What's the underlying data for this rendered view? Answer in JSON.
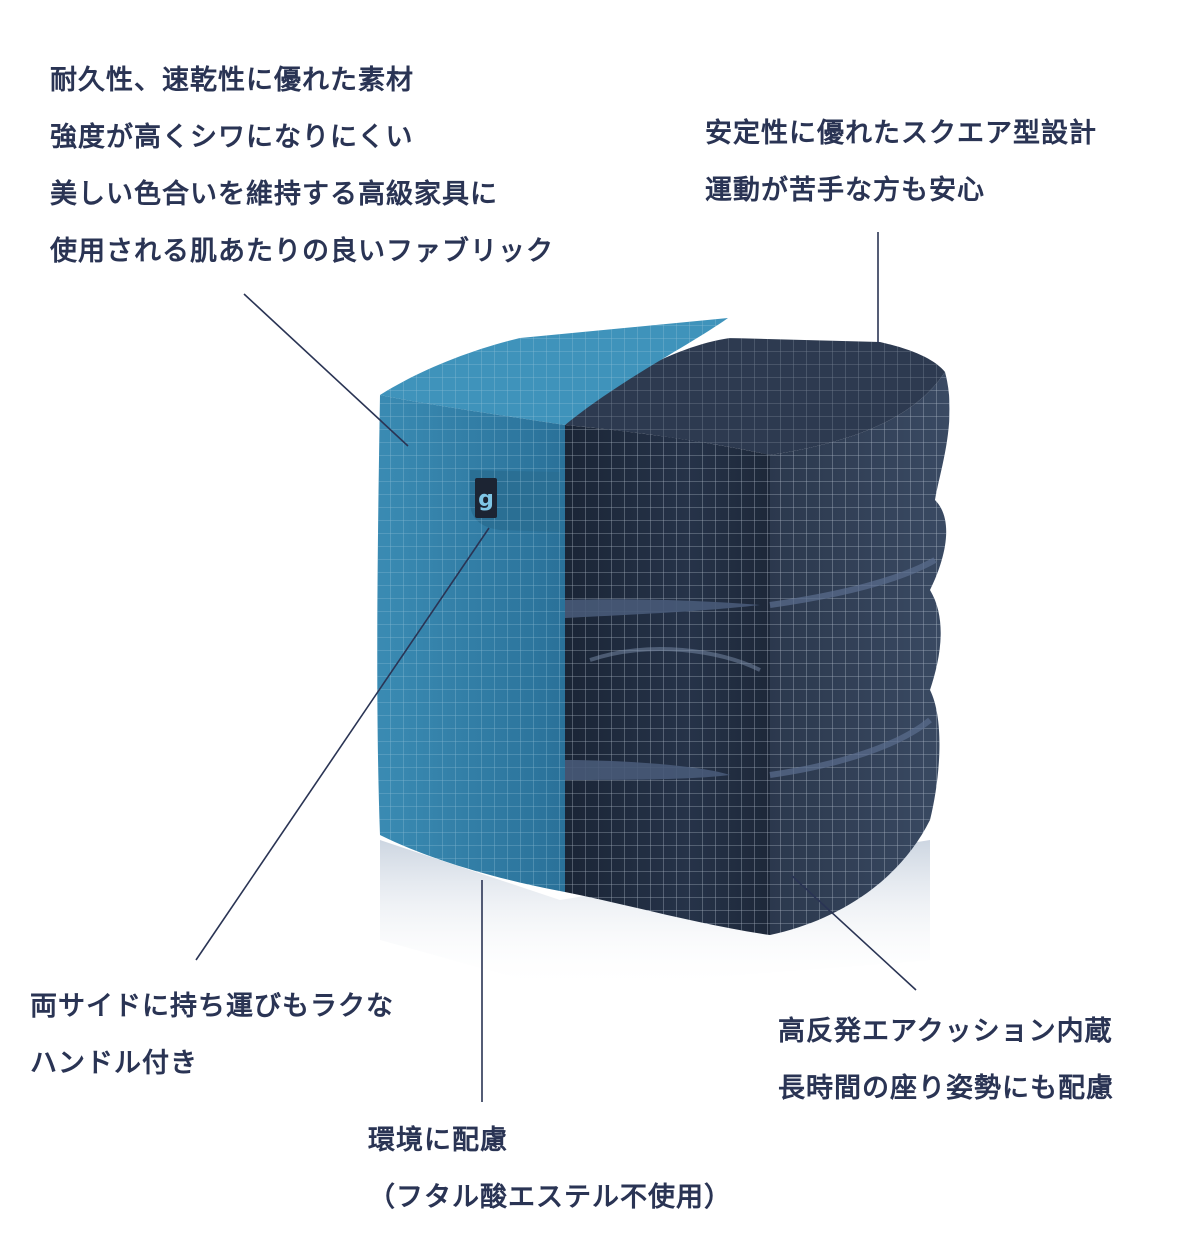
{
  "callouts": {
    "fabric": {
      "lines": [
        "耐久性、速乾性に優れた素材",
        "強度が高くシワになりにくい",
        "美しい色合いを維持する高級家具に",
        "使用される肌あたりの良いファブリック"
      ]
    },
    "shape": {
      "lines": [
        "安定性に優れたスクエア型設計",
        "運動が苦手な方も安心"
      ]
    },
    "handle": {
      "lines": [
        "両サイドに持ち運びもラクな",
        "ハンドル付き"
      ]
    },
    "cushion": {
      "lines": [
        "高反発エアクッション内蔵",
        "長時間の座り姿勢にも配慮"
      ]
    },
    "eco": {
      "lines": [
        "環境に配慮",
        "（フタル酸エステル不使用）"
      ]
    }
  },
  "product": {
    "logo_letter": "g",
    "colors": {
      "fabric": "#2f7fa8",
      "fabric_dark": "#245f80",
      "air_cushion": "#1f2b3e",
      "leader_lines": "#2a3454"
    }
  }
}
